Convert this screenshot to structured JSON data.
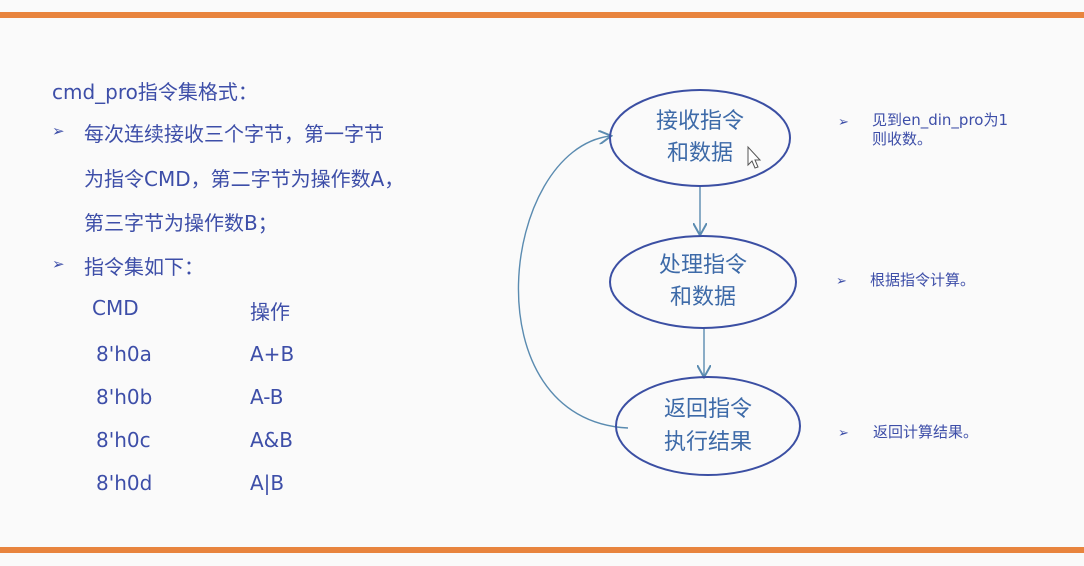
{
  "left": {
    "title": "cmd_pro指令集格式：",
    "bullet_glyph": "➢",
    "bullet1": [
      "每次连续接收三个字节，第一字节",
      "为指令CMD，第二字节为操作数A，",
      "第三字节为操作数B；"
    ],
    "bullet2": "指令集如下：",
    "table": {
      "headers": [
        "CMD",
        "操作"
      ],
      "rows": [
        [
          "8'h0a",
          "A+B"
        ],
        [
          "8'h0b",
          "A-B"
        ],
        [
          "8'h0c",
          "A&B"
        ],
        [
          "8'h0d",
          "A|B"
        ]
      ]
    }
  },
  "flow": {
    "nodes": [
      {
        "line1": "接收指令",
        "line2": "和数据"
      },
      {
        "line1": "处理指令",
        "line2": "和数据"
      },
      {
        "line1": "返回指令",
        "line2": "执行结果"
      }
    ],
    "notes": [
      {
        "line1": "见到en_din_pro为1",
        "line2": "则收数。"
      },
      {
        "line1": "根据指令计算。",
        "line2": ""
      },
      {
        "line1": "返回计算结果。",
        "line2": ""
      }
    ]
  },
  "colors": {
    "accent_bar": "#e8843e",
    "text": "#3d4ea8",
    "node_stroke": "#3b4fa3",
    "connector": "#5a8bb0"
  },
  "icons": {
    "cursor": "mouse-pointer-icon"
  }
}
